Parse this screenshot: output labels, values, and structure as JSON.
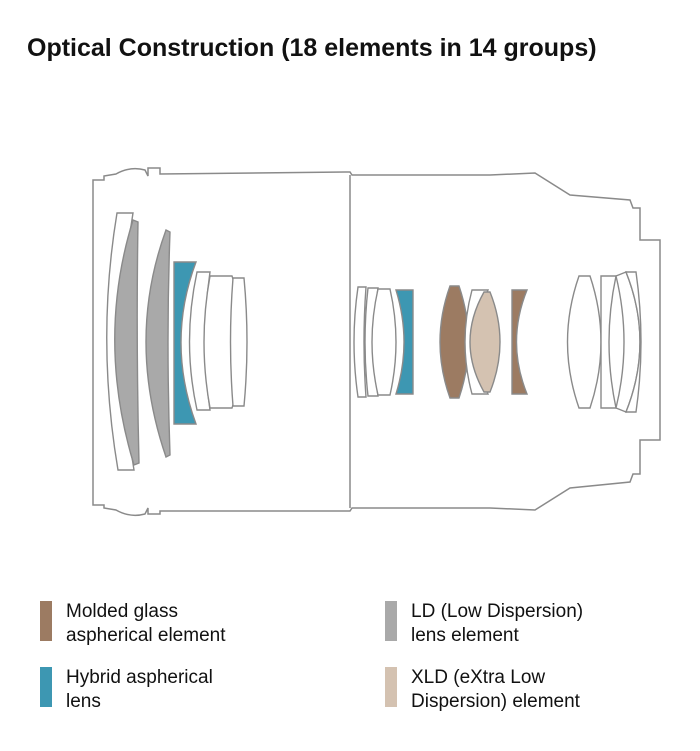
{
  "title": {
    "main": "Optical Construction",
    "detail": "(18 elements in 14 groups)"
  },
  "colors": {
    "molded": "#9c7b62",
    "hybrid": "#3d97b2",
    "ld": "#a9a9a9",
    "xld": "#d4c2b1",
    "outline": "#8a8a8a"
  },
  "legend": [
    {
      "label": "Molded glass\naspherical element",
      "color": "#9c7b62"
    },
    {
      "label": "LD (Low Dispersion)\nlens element",
      "color": "#a9a9a9"
    },
    {
      "label": "Hybrid aspherical\nlens",
      "color": "#3d97b2"
    },
    {
      "label": "XLD (eXtra Low\nDispersion) element",
      "color": "#d4c2b1"
    }
  ]
}
